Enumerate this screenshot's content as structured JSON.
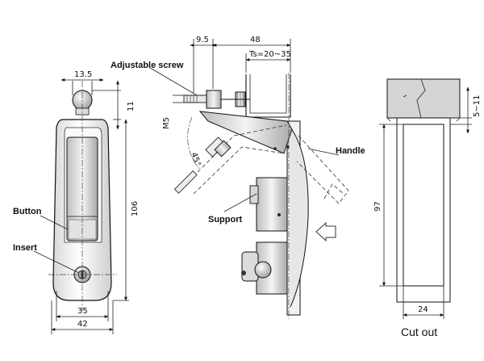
{
  "labels": {
    "adjustable_screw": "Adjustable screw",
    "handle": "Handle",
    "support": "Support",
    "button": "Button",
    "insert": "Insert",
    "cutout": "Cut out"
  },
  "dimensions": {
    "d9_5": "9.5",
    "d48": "48",
    "ts": "Ts=20~35",
    "d13_5": "13.5",
    "d11": "11",
    "m5": "M5",
    "angle": "45°",
    "d106": "106",
    "d35": "35",
    "d42": "42",
    "d5_11": "5~11",
    "d97": "97",
    "d24": "24"
  }
}
